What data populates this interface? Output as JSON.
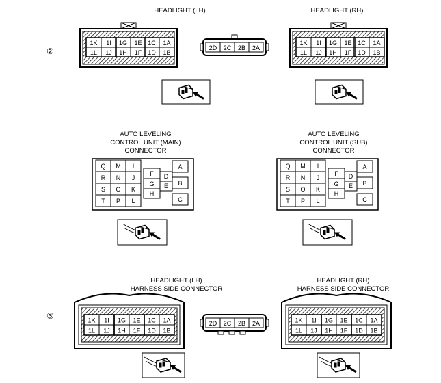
{
  "markers": {
    "row2": "②",
    "row3": "③"
  },
  "titles": {
    "headlight_lh": "HEADLIGHT (LH)",
    "headlight_rh": "HEADLIGHT (RH)",
    "alcu_main": "AUTO LEVELING\nCONTROL UNIT (MAIN)\nCONNECTOR",
    "alcu_sub": "AUTO LEVELING\nCONTROL UNIT (SUB)\nCONNECTOR",
    "harness_lh": "HEADLIGHT (LH)\nHARNESS SIDE CONNECTOR",
    "harness_rh": "HEADLIGHT (RH)\nHARNESS SIDE CONNECTOR"
  },
  "headlight_pins": {
    "left_group": [
      [
        "1K",
        "1I"
      ],
      [
        "1L",
        "1J"
      ]
    ],
    "mid_group": [
      [
        "1G",
        "1E"
      ],
      [
        "1H",
        "1F"
      ]
    ],
    "right_group": [
      [
        "1C",
        "1A"
      ],
      [
        "1D",
        "1B"
      ]
    ]
  },
  "small_connector_pins": [
    "2D",
    "2C",
    "2B",
    "2A"
  ],
  "alcu_pins": {
    "left_grid": [
      [
        "Q",
        "M",
        "I"
      ],
      [
        "R",
        "N",
        "J"
      ],
      [
        "S",
        "O",
        "K"
      ],
      [
        "T",
        "P",
        "L"
      ]
    ],
    "middle": [
      "F",
      "G",
      "H",
      "D",
      "E"
    ],
    "right": [
      "A",
      "B",
      "C"
    ]
  }
}
